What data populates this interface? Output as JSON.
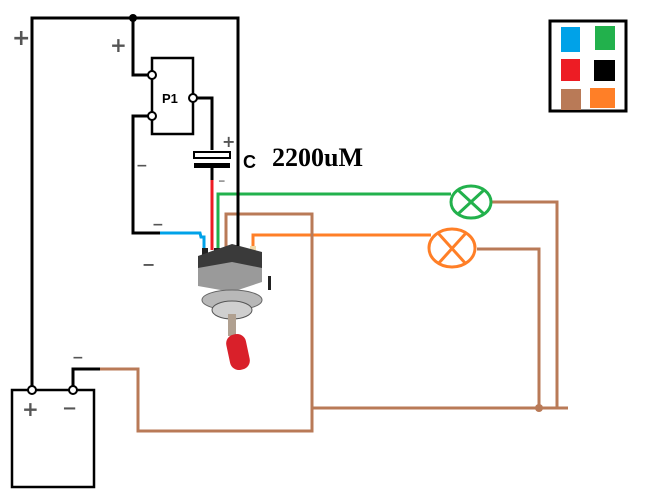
{
  "diagram": {
    "title": "Toggle switch capacitor lamp circuit",
    "potentiometer": {
      "label": "P1"
    },
    "capacitor": {
      "label": "C",
      "value": "2200uM",
      "plus": "+",
      "minus": "−"
    },
    "battery": {
      "plus": "+",
      "minus": "−"
    },
    "signs": {
      "top_left_plus": "+",
      "rail_plus": "+",
      "p1_minus": "−",
      "blue_minus": "−",
      "switch_minus": "−",
      "battery_wire_minus": "−"
    },
    "wire_colors": {
      "black": "#000000",
      "blue": "#00a2e8",
      "red": "#ed1c24",
      "green": "#22b14c",
      "brown": "#b97a57",
      "orange": "#ff7f27"
    },
    "legend": {
      "swatches": [
        {
          "name": "blue",
          "color": "#00a2e8"
        },
        {
          "name": "green",
          "color": "#22b14c"
        },
        {
          "name": "red",
          "color": "#ed1c24"
        },
        {
          "name": "black",
          "color": "#000000"
        },
        {
          "name": "brown",
          "color": "#b97a57"
        },
        {
          "name": "orange",
          "color": "#ff7f27"
        }
      ]
    },
    "lamps": [
      {
        "name": "green-lamp",
        "color": "#22b14c"
      },
      {
        "name": "orange-lamp",
        "color": "#ff7f27"
      }
    ],
    "switch": {
      "lever_color": "#d9202a"
    }
  }
}
